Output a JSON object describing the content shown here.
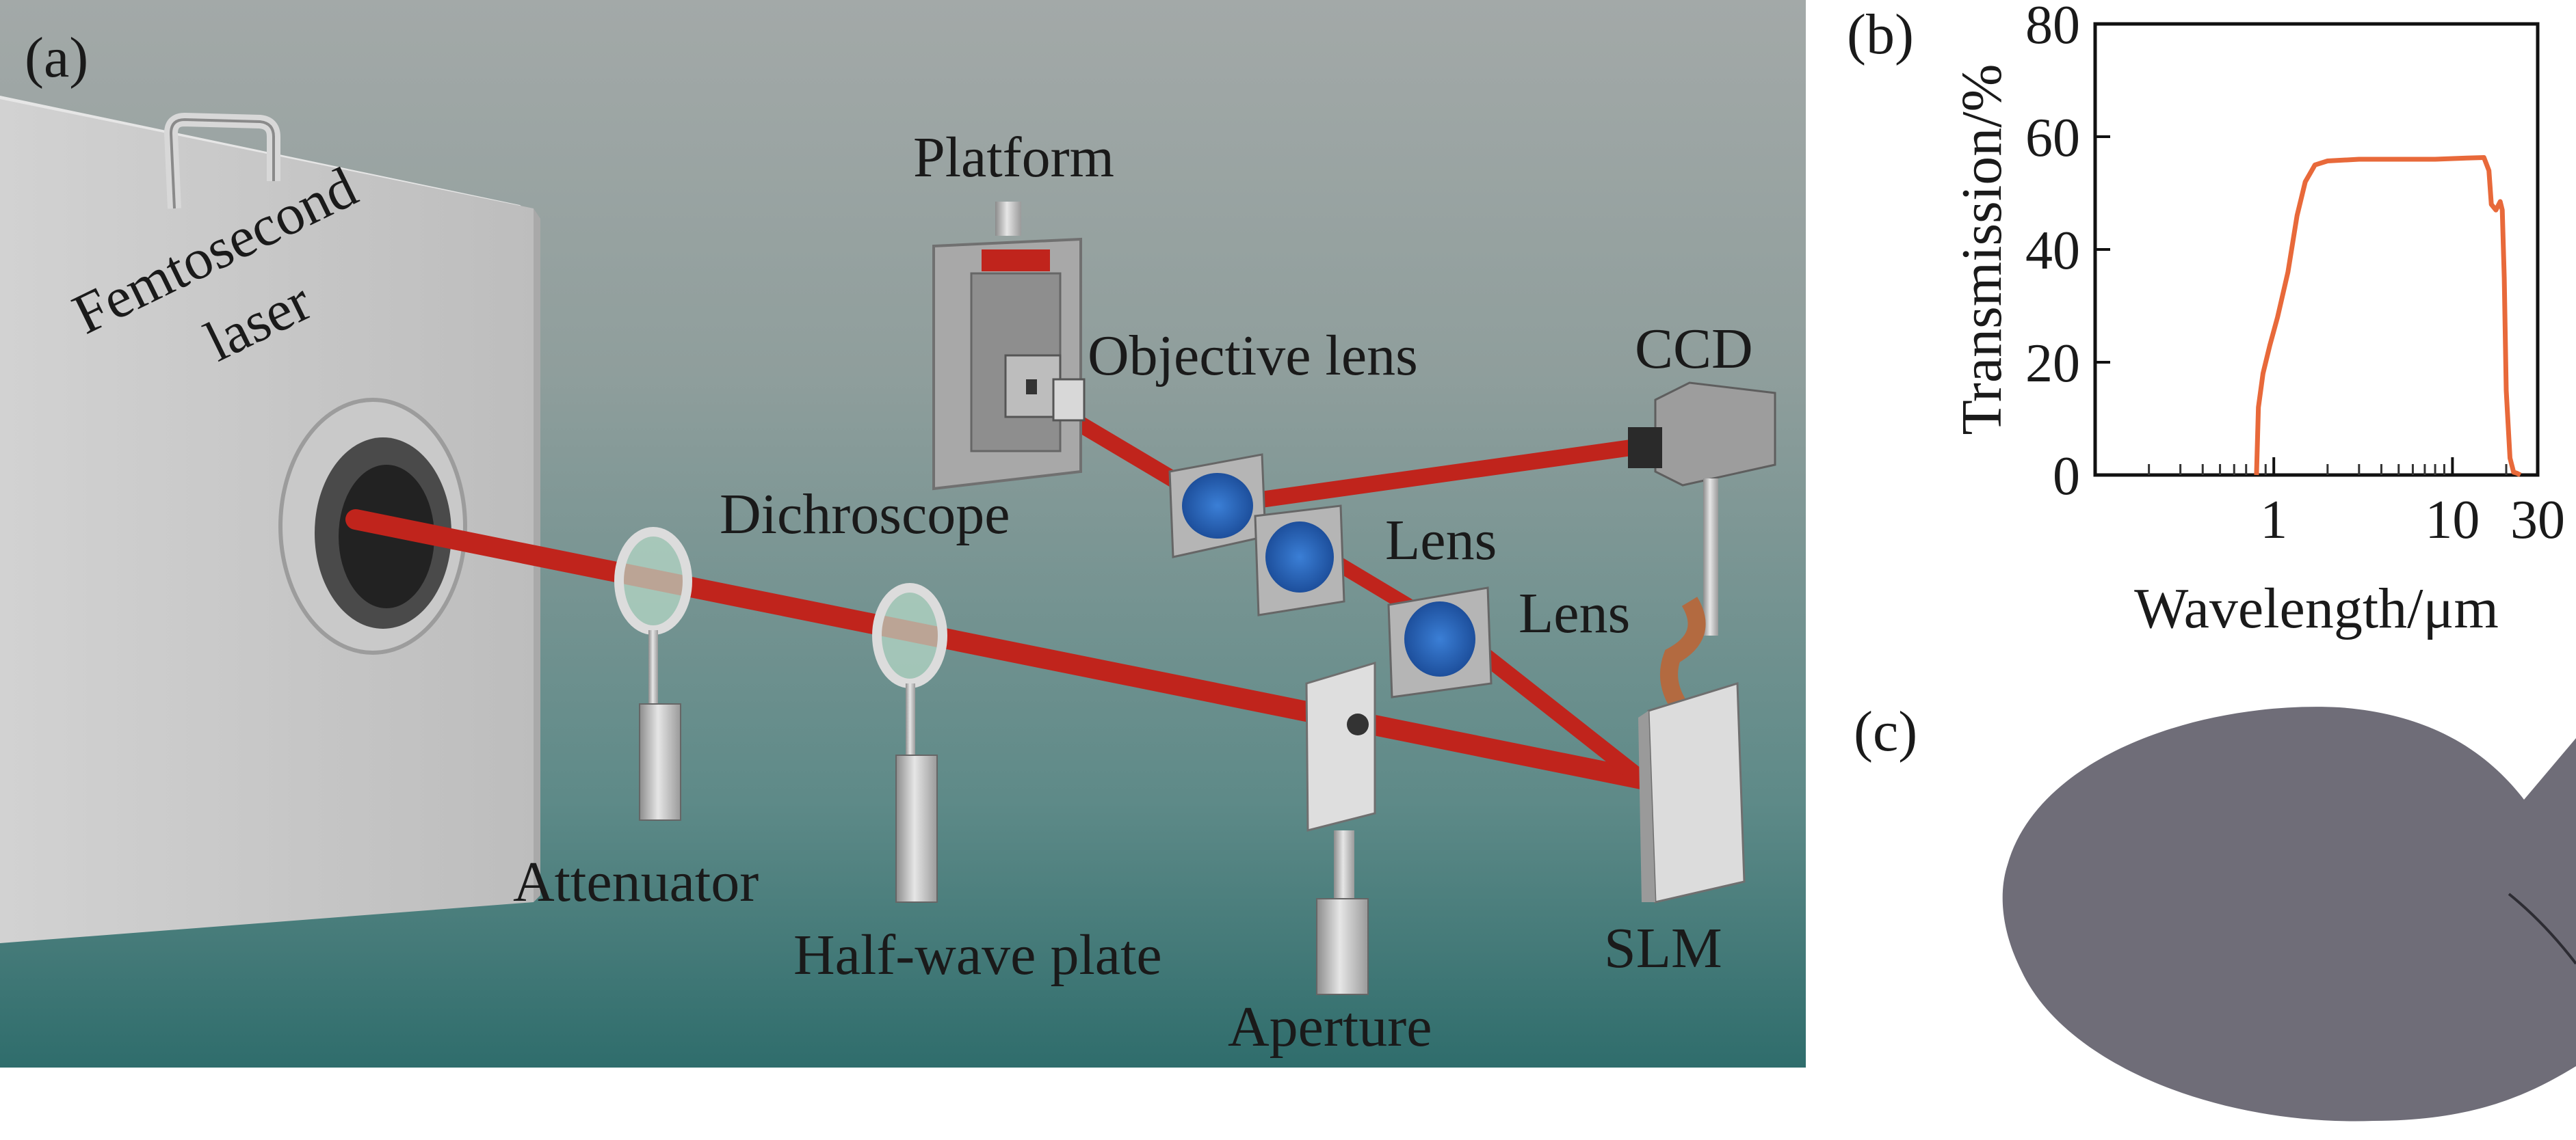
{
  "panels": {
    "a": {
      "tag": "(a)"
    },
    "b": {
      "tag": "(b)"
    },
    "c": {
      "tag": "(c)"
    }
  },
  "setup_labels": {
    "laser_line1": "Femtosecond",
    "laser_line2": "laser",
    "platform": "Platform",
    "objective_lens": "Objective lens",
    "ccd": "CCD",
    "dichroscope": "Dichroscope",
    "lens_1": "Lens",
    "lens_2": "Lens",
    "attenuator": "Attenuator",
    "half_wave_plate": "Half-wave plate",
    "aperture": "Aperture",
    "slm": "SLM"
  },
  "colors": {
    "beam": "#c0241c",
    "curve": "#e8693a",
    "sample": "#6f6d78",
    "stage_top": "#9aa3a3",
    "stage_bottom": "#2f6f6e"
  },
  "chart_data": {
    "type": "line",
    "xlabel": "Wavelength/μm",
    "ylabel": "Transmission/%",
    "x_scale": "log",
    "xlim": [
      0.1,
      30
    ],
    "ylim": [
      0,
      80
    ],
    "x_ticks": [
      1,
      10,
      30
    ],
    "x_tick_labels": [
      "1",
      "10",
      "30"
    ],
    "y_ticks": [
      0,
      20,
      40,
      60,
      80
    ],
    "y_tick_labels": [
      "0",
      "20",
      "40",
      "60",
      "80"
    ],
    "grid": false,
    "series": [
      {
        "x": [
          0.8,
          0.82,
          0.87,
          0.95,
          1.05,
          1.2,
          1.35,
          1.5,
          1.7,
          2,
          3,
          5,
          8,
          12,
          15,
          16,
          16.5,
          17.5,
          18.5,
          19,
          19.5,
          20,
          21,
          22,
          23,
          24
        ],
        "y": [
          0,
          12,
          18,
          23,
          28,
          36,
          46,
          52,
          55,
          55.7,
          56,
          56,
          56,
          56.2,
          56.3,
          54,
          48,
          47,
          48.5,
          47,
          35,
          15,
          3,
          0.5,
          0.3,
          0
        ]
      }
    ]
  }
}
